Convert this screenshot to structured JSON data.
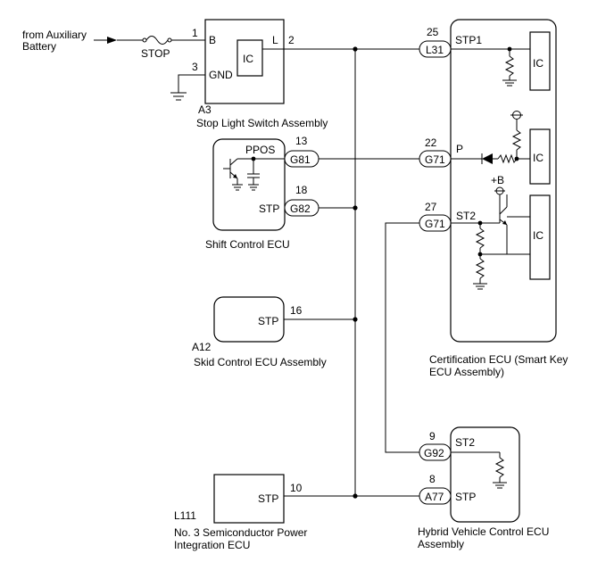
{
  "source": {
    "from_label_1": "from Auxiliary",
    "from_label_2": "Battery",
    "fuse_label": "STOP"
  },
  "stop_light_switch": {
    "ref": "A3",
    "name": "Stop Light Switch Assembly",
    "pin_b_num": "1",
    "pin_b": "B",
    "pin_gnd_num": "3",
    "pin_gnd": "GND",
    "ic": "IC",
    "pin_l": "L",
    "pin_l_num": "2"
  },
  "shift_control": {
    "name": "Shift Control ECU",
    "ppos_label": "PPOS",
    "ppos_num": "13",
    "ppos_conn": "G81",
    "stp_label": "STP",
    "stp_num": "18",
    "stp_conn": "G82"
  },
  "skid_control": {
    "ref": "A12",
    "name": "Skid Control ECU Assembly",
    "stp_label": "STP",
    "stp_num": "16"
  },
  "power_integration": {
    "ref": "L111",
    "name_1": "No. 3 Semiconductor Power",
    "name_2": "Integration ECU",
    "stp_label": "STP",
    "stp_num": "10"
  },
  "certification": {
    "name_1": "Certification ECU (Smart Key",
    "name_2": "ECU Assembly)",
    "stp1_num": "25",
    "stp1_conn": "L31",
    "stp1_label": "STP1",
    "p_num": "22",
    "p_conn": "G71",
    "p_label": "P",
    "st2_num": "27",
    "st2_conn": "G71",
    "st2_label": "ST2",
    "plus_b": "+B",
    "ic1": "IC",
    "ic2": "IC",
    "ic3": "IC"
  },
  "hybrid": {
    "name_1": "Hybrid Vehicle Control ECU",
    "name_2": "Assembly",
    "st2_num": "9",
    "st2_conn": "G92",
    "st2_label": "ST2",
    "stp_num": "8",
    "stp_conn": "A77",
    "stp_label": "STP"
  }
}
